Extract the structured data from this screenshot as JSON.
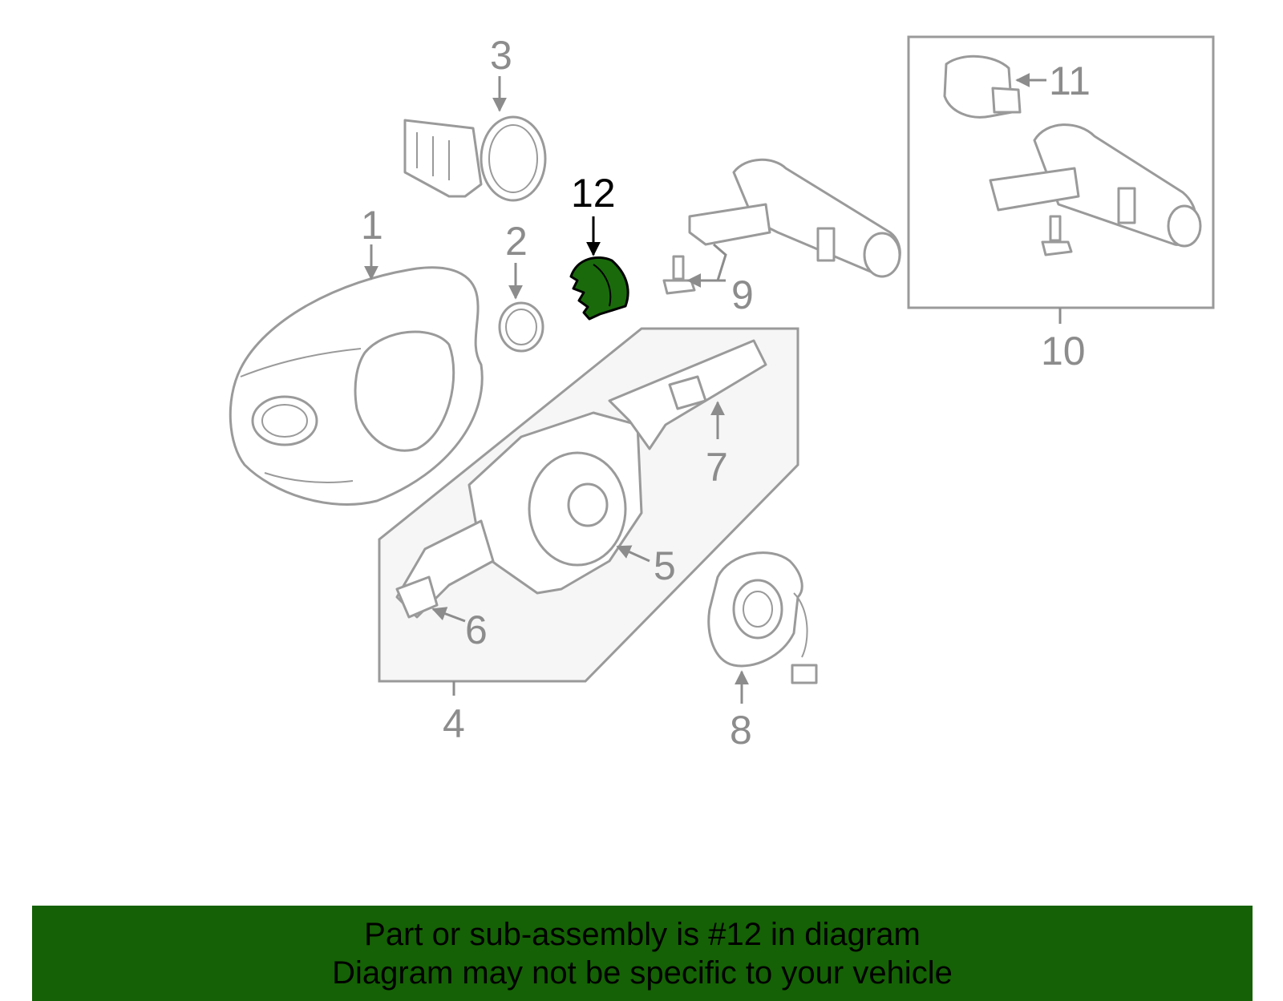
{
  "diagram": {
    "callouts": [
      "1",
      "2",
      "3",
      "4",
      "5",
      "6",
      "7",
      "8",
      "9",
      "10",
      "11"
    ],
    "highlighted": {
      "number": "12",
      "color": "#1a6a0c"
    }
  },
  "banner": {
    "line1": "Part or sub-assembly is #12 in diagram",
    "line2": "Diagram may not be specific to your vehicle",
    "background": "#156105"
  }
}
